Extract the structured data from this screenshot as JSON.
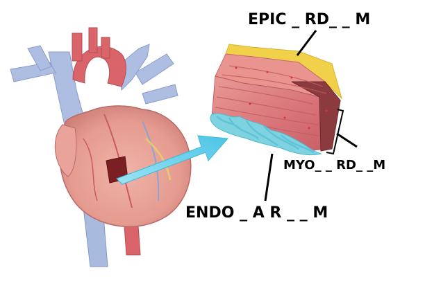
{
  "labels": {
    "epicardium": "EPIC _ RD_ _ M",
    "myocardium": "MYO_ _ RD_ _M",
    "endocardium": "ENDO _ A R _ _ M"
  },
  "colors": {
    "background": "#ffffff",
    "epicardium_fat": "#f2d14a",
    "myocardium_muscle": "#d9777a",
    "endocardium_lining": "#7fd3e0",
    "arrow": "#6ed2ec",
    "heart_tissue": "#e9a39a",
    "veins": "#a8b9dd",
    "arteries": "#d9646a",
    "leader_lines": "#000000"
  },
  "icons": {
    "heart": "heart-illustration",
    "tissue_block": "heart-wall-section",
    "arrow": "pointer-arrow"
  }
}
